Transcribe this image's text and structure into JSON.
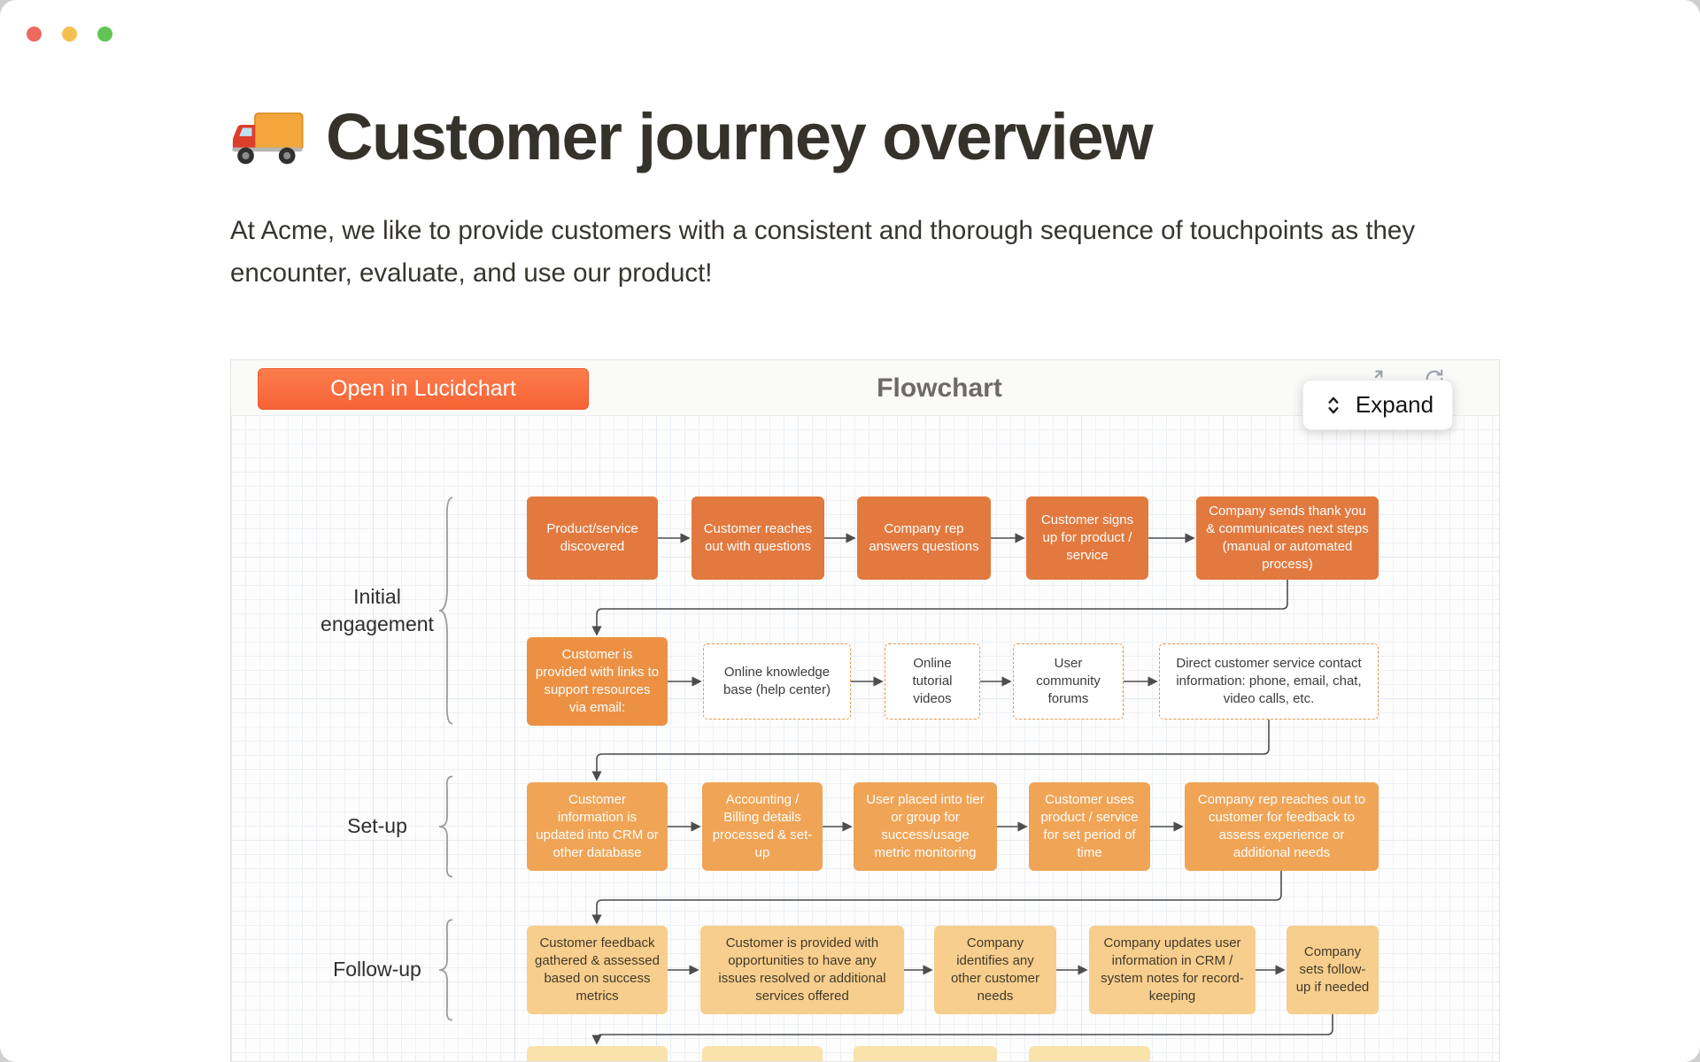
{
  "window": {
    "controls": [
      "close",
      "minimize",
      "zoom"
    ]
  },
  "page": {
    "icon": "🚚",
    "title": "Customer journey overview",
    "intro": "At Acme, we like to provide customers with a consistent and thorough sequence of touchpoints as they encounter, evaluate, and use our product!"
  },
  "embed": {
    "open_button": "Open in Lucidchart",
    "title": "Flowchart",
    "expand_button": "Expand",
    "icons": [
      "open-in-full-icon",
      "sync-icon",
      "unfold-icon"
    ]
  },
  "colors": {
    "button_orange": "#F96B43",
    "row1_fill": "#E2793E",
    "row2_solid_fill": "#EC9143",
    "row3_fill": "#F0A456",
    "row4_fill": "#F7CE8D",
    "row5_fill": "#FAE2AB",
    "dashed_border": "#E8964A",
    "connector": "#4d4d4d"
  },
  "flowchart": {
    "stages": [
      {
        "label": "Initial engagement"
      },
      {
        "label": "Set-up"
      },
      {
        "label": "Follow-up"
      }
    ],
    "rows": [
      {
        "nodes": [
          {
            "text": "Product/service discovered"
          },
          {
            "text": "Customer reaches out with questions"
          },
          {
            "text": "Company rep answers questions"
          },
          {
            "text": "Customer signs up for product / service"
          },
          {
            "text": "Company sends thank you & communicates next steps (manual or automated process)"
          }
        ]
      },
      {
        "nodes": [
          {
            "text": "Customer is provided with links to support resources via email:"
          },
          {
            "text": "Online knowledge base (help center)"
          },
          {
            "text": "Online tutorial videos"
          },
          {
            "text": "User community forums"
          },
          {
            "text": "Direct customer service contact information: phone, email, chat, video calls, etc."
          }
        ]
      },
      {
        "nodes": [
          {
            "text": "Customer information is updated into CRM or other database"
          },
          {
            "text": "Accounting / Billing details processed & set-up"
          },
          {
            "text": "User placed into tier or group for success/usage metric monitoring"
          },
          {
            "text": "Customer uses product / service for set period of time"
          },
          {
            "text": "Company rep reaches out to customer for feedback to assess experience or additional needs"
          }
        ]
      },
      {
        "nodes": [
          {
            "text": "Customer feedback gathered & assessed based on success metrics"
          },
          {
            "text": "Customer is provided with opportunities to have any issues resolved or additional services offered"
          },
          {
            "text": "Company identifies any other customer needs"
          },
          {
            "text": "Company updates user information in CRM / system notes for record-keeping"
          },
          {
            "text": "Company sets follow-up if needed"
          }
        ]
      },
      {
        "nodes": [
          {
            "text": ""
          },
          {
            "text": ""
          },
          {
            "text": ""
          },
          {
            "text": ""
          }
        ]
      }
    ]
  }
}
